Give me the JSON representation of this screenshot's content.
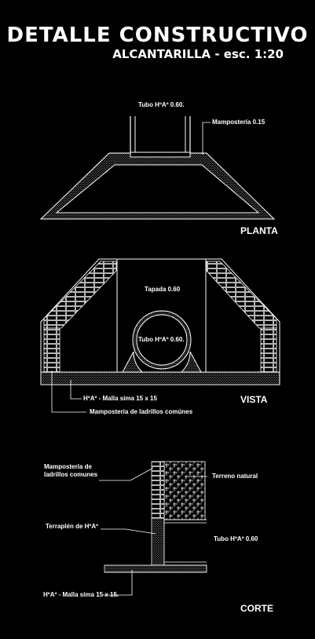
{
  "title": "DETALLE CONSTRUCTIVO",
  "subtitle": "ALCANTARILLA - esc. 1:20",
  "planta": {
    "section_label": "PLANTA",
    "tube_label": "Tubo HºAº 0.60.",
    "masonry_label": "Mampostería 0.15"
  },
  "vista": {
    "section_label": "VISTA",
    "cover_label": "Tapada 0.60",
    "tube_label": "Tubo HºAº 0.60.",
    "mesh_label": "HºAº - Malla sima 15 x 15",
    "masonry_label": "Mampostería de ladrillos comúnes"
  },
  "corte": {
    "section_label": "CORTE",
    "masonry_label_line1": "Mampostería de",
    "masonry_label_line2": "ladrillos comunes",
    "soil_label": "Terreno natural",
    "embankment_label": "Terraplén de HºAº",
    "tube_label": "Tubo HºAº 0.60",
    "mesh_label": "HºAº - Malla sima 15 x 15."
  },
  "colors": {
    "background": "#000000",
    "lines": "#ffffff",
    "hatch": "#bfbfbf"
  }
}
